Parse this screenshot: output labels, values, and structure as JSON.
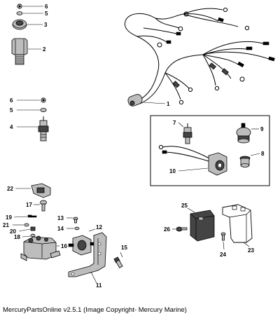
{
  "callouts": {
    "c1": "1",
    "c2": "2",
    "c3": "3",
    "c4": "4",
    "c5a": "5",
    "c5b": "5",
    "c6a": "6",
    "c6b": "6",
    "c7": "7",
    "c8": "8",
    "c9": "9",
    "c10": "10",
    "c11": "11",
    "c12": "12",
    "c13": "13",
    "c14": "14",
    "c15": "15",
    "c16": "16",
    "c17": "17",
    "c18": "18",
    "c19": "19",
    "c20": "20",
    "c21": "21",
    "c22": "22",
    "c23": "23",
    "c24": "24",
    "c25": "25",
    "c26": "26"
  },
  "footer": {
    "text": "MercuryPartsOnline v2.5.1 (Image Copyright- Mercury Marine)"
  }
}
